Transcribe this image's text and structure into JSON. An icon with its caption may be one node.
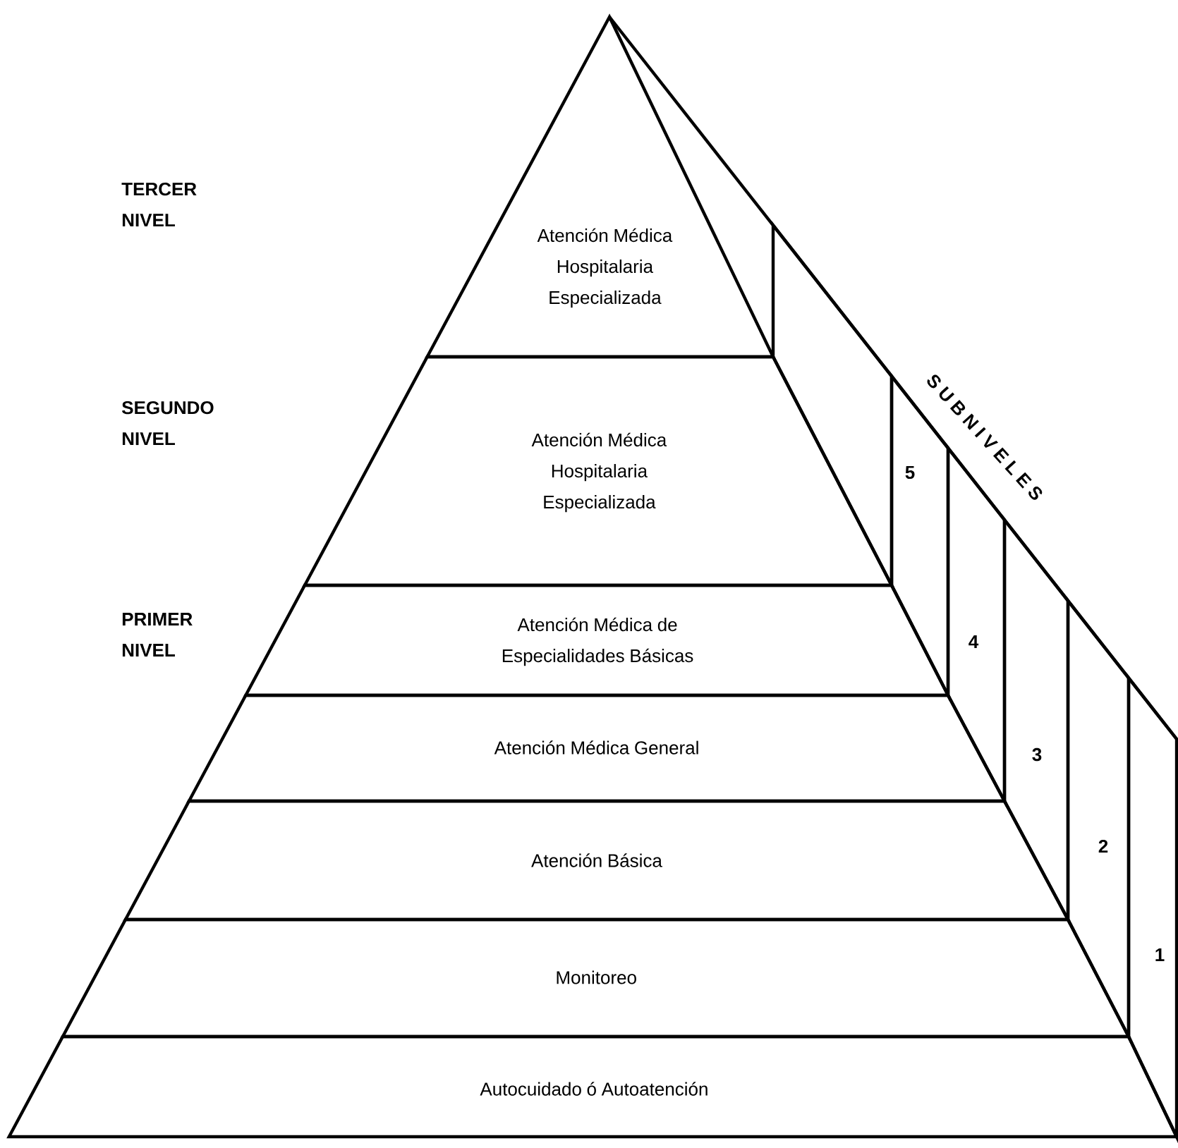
{
  "diagram": {
    "nodes": [
      {
        "text": [
          "Atención Médica Hospitalaria Especializada"
        ]
      },
      {
        "text": [
          "Atención Médica Hospitalaria Especializada"
        ]
      },
      {
        "text": [
          "Atención Médica de Especialidades Básicas"
        ]
      },
      {
        "text": [
          "Atención Médica General"
        ]
      },
      {
        "text": [
          "Atención Básica"
        ]
      },
      {
        "text": [
          "Monitoreo"
        ]
      },
      {
        "text": [
          "Autocuidado ó Autoatención"
        ]
      },
      {
        "text": [],
        "shape": "box"
      },
      {
        "text": [
          "5"
        ]
      },
      {
        "text": [
          "4"
        ]
      },
      {
        "text": [
          "3"
        ]
      },
      {
        "text": [
          "2"
        ]
      },
      {
        "text": [
          "1"
        ]
      }
    ],
    "labels": [
      "TERCER NIVEL",
      "SEGUNDO NIVEL",
      "PRIMER NIVEL",
      "S U B N I V E L E S"
    ]
  }
}
